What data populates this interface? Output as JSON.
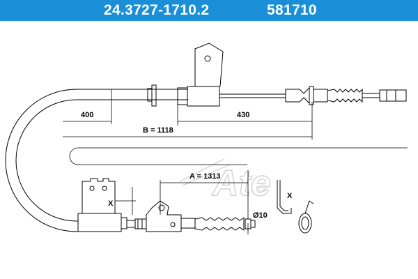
{
  "header": {
    "part_number": "24.3727-1710.2",
    "ref_number": "581710"
  },
  "dimensions": {
    "d400": "400",
    "d430": "430",
    "b_length": "B = 1118",
    "a_length": "A = 1313",
    "diameter": "Ø10"
  },
  "markers": {
    "x_left": "X",
    "x_right": "X"
  },
  "logo": {
    "text": "Ate"
  },
  "colors": {
    "header": "#1a8fd8",
    "line": "#000000",
    "watermark": "#d4d4d4"
  }
}
